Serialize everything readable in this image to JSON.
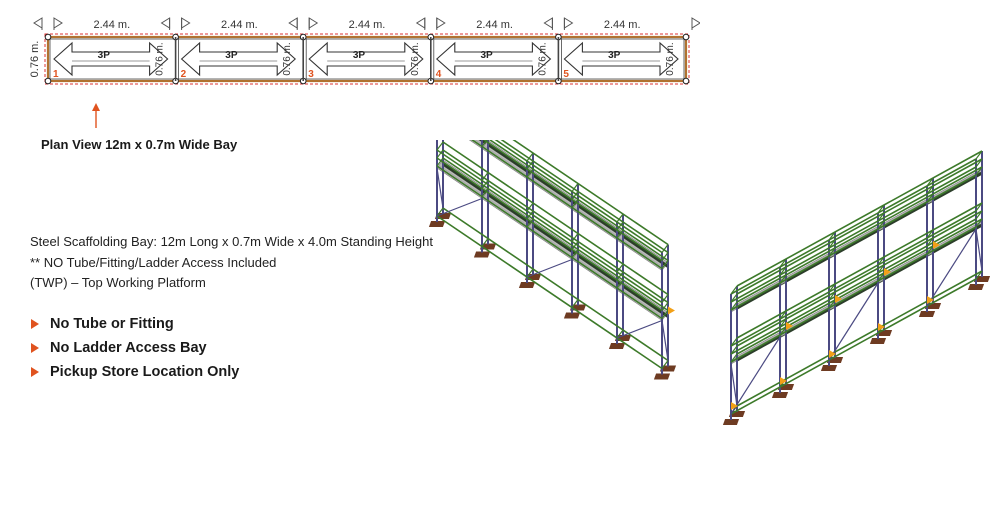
{
  "plan": {
    "bay_widths": [
      "2.44 m.",
      "2.44 m.",
      "2.44 m.",
      "2.44 m.",
      "2.44 m."
    ],
    "bay_depth": "0.76 m.",
    "bays": [
      {
        "number": "1",
        "label": "3P"
      },
      {
        "number": "2",
        "label": "3P"
      },
      {
        "number": "3",
        "label": "3P"
      },
      {
        "number": "4",
        "label": "3P"
      },
      {
        "number": "5",
        "label": "3P"
      }
    ],
    "caption": "Plan View 12m x 0.7m Wide Bay"
  },
  "description": {
    "lines": [
      "Steel Scaffolding Bay: 12m Long x 0.7m Wide x 4.0m Standing Height",
      "** NO Tube/Fitting/Ladder Access Included",
      "(TWP) – Top Working Platform"
    ]
  },
  "bullets": [
    "No Tube or Fitting",
    "No Ladder Access Bay",
    "Pickup Store Location Only"
  ],
  "colors": {
    "accent": "#e0531f",
    "frame": "#3d7a2a",
    "standard": "#4b4a82",
    "deck": "#b9b9b9",
    "baseplate": "#6e3b22"
  }
}
